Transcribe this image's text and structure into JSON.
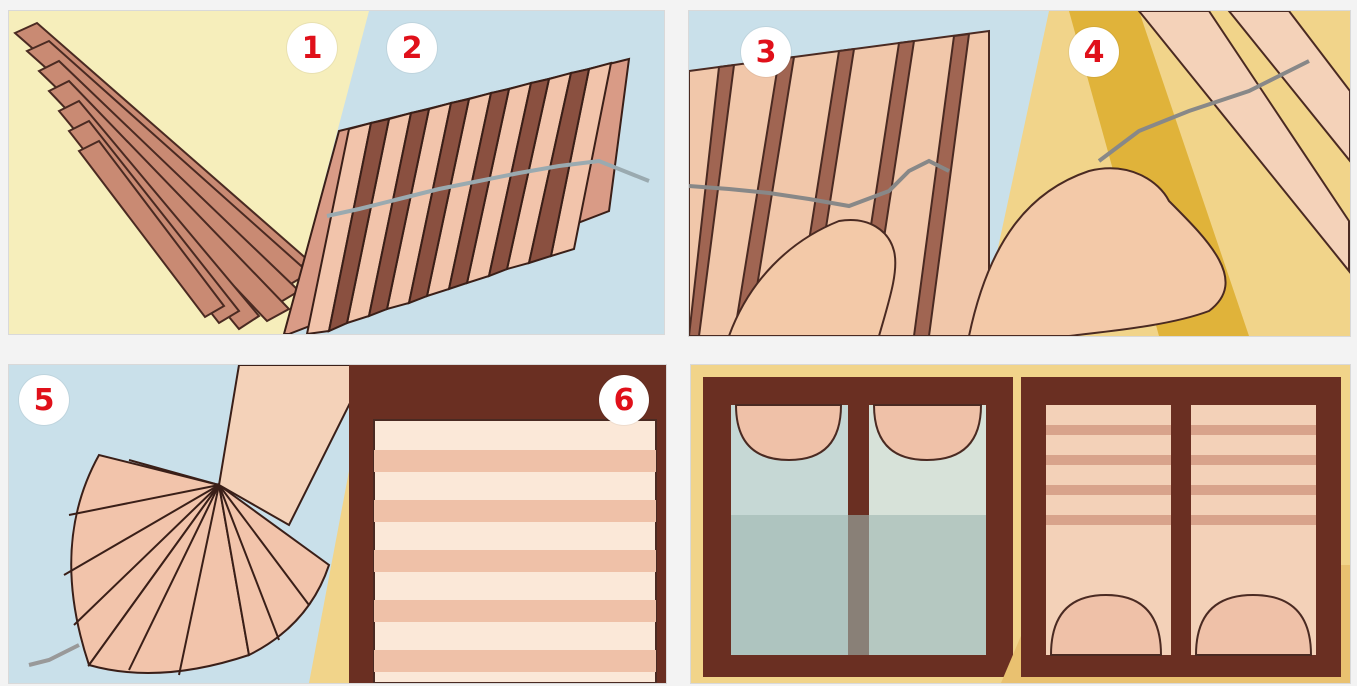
{
  "steps": [
    {
      "number": "1"
    },
    {
      "number": "2"
    },
    {
      "number": "3"
    },
    {
      "number": "4"
    },
    {
      "number": "5"
    },
    {
      "number": "6"
    }
  ],
  "colors": {
    "badge_text": "#e0101a",
    "badge_bg": "#ffffff",
    "fabric_light": "#f2c4ab",
    "fabric_dark": "#8a5040",
    "background_yellow": "#f6eebb",
    "background_blue": "#c9e0ea",
    "window_frame": "#6a2f22",
    "gold_strip": "#e0b33a"
  },
  "icons": [
    "pleated-blind-folded",
    "pleated-blind-spread",
    "hand-threading",
    "hand-pressing-tape",
    "blind-fan",
    "blind-installed",
    "window-blinds"
  ]
}
